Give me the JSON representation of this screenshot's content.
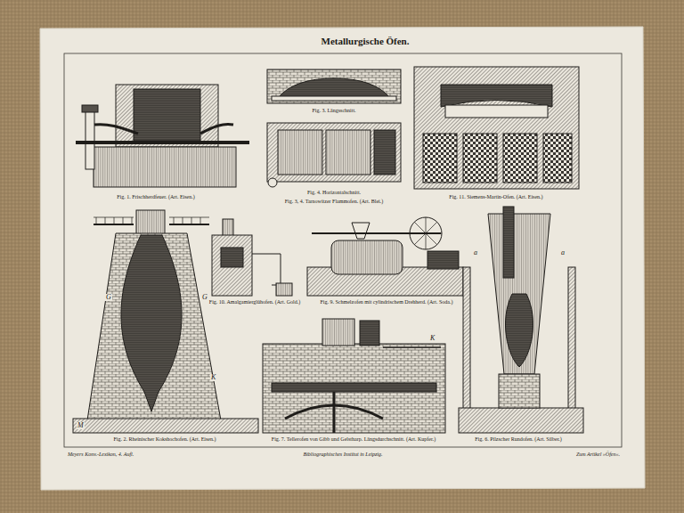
{
  "diagram": {
    "title": "Metallurgische Öfen.",
    "labels": [
      "Fig. 1. Frischherdfeuer. (Art. Eisen.)",
      "Fig. 3. Längsschnitt.",
      "Fig. 4. Horizontalschnitt.",
      "Fig. 3, 4. Tarnowitzer Flammofen. (Art. Blei.)",
      "Fig. 11. Siemens-Martin-Ofen. (Art. Eisen.)",
      "Fig. 10. Amalgamierglühofen. (Art. Gold.)",
      "Fig. 9. Schmelzofen mit cylindrischem Drehherd. (Art. Soda.)",
      "Fig. 2. Rheinischer Kokshochofen. (Art. Eisen.)",
      "Fig. 7. Tellerofen von Gibb und Gelstharp. Längsdurchschnitt. (Art. Kupfer.)",
      "Fig. 6. Pilzscher Rundofen. (Art. Silber.)",
      "Meyers Konv.-Lexikon, 4. Aufl.",
      "Bibliographisches Institut in Leipzig.",
      "Zum Artikel »Öfen«.",
      "G",
      "G",
      "K",
      "M",
      "K",
      "a",
      "a"
    ]
  }
}
